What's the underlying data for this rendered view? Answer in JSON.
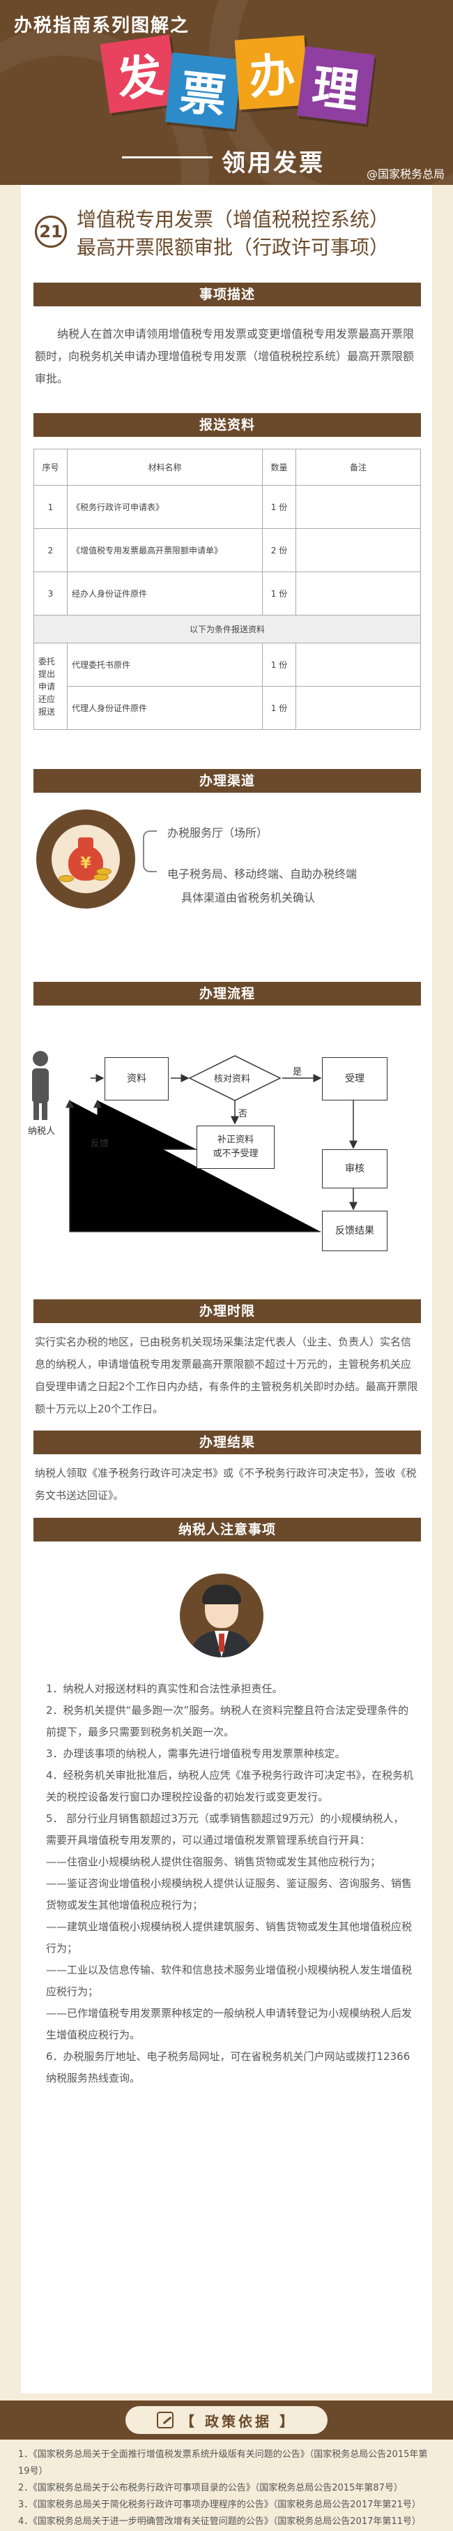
{
  "header": {
    "series": "办税指南系列图解之",
    "tiles": [
      "发",
      "票",
      "办",
      "理"
    ],
    "subtitle": "领用发票",
    "credit": "@国家税务总局"
  },
  "item": {
    "number": "21",
    "title_line1": "增值税专用发票（增值税税控系统）",
    "title_line2": "最高开票限额审批（行政许可事项）"
  },
  "sections": {
    "description": "事项描述",
    "materials": "报送资料",
    "channels": "办理渠道",
    "process": "办理流程",
    "time_limit": "办理时限",
    "result": "办理结果",
    "notes": "纳税人注意事项",
    "policy": "政策依据"
  },
  "description_text": "纳税人在首次申请领用增值税专用发票或变更增值税专用发票最高开票限额时，向税务机关申请办理增值税专用发票（增值税税控系统）最高开票限额审批。",
  "table": {
    "headers": [
      "序号",
      "材料名称",
      "数量",
      "备注"
    ],
    "rows": [
      {
        "no": "1",
        "name": "《税务行政许可申请表》",
        "qty": "1 份",
        "note": ""
      },
      {
        "no": "2",
        "name": "《增值税专用发票最高开票限额申请单》",
        "qty": "2 份",
        "note": ""
      },
      {
        "no": "3",
        "name": "经办人身份证件原件",
        "qty": "1 份",
        "note": ""
      }
    ],
    "conditional_title": "以下为条件报送资料",
    "conditional_group": "委托提出申请还应报送",
    "conditional_rows": [
      {
        "name": "代理委托书原件",
        "qty": "1 份"
      },
      {
        "name": "代理人身份证件原件",
        "qty": "1 份"
      }
    ]
  },
  "channels": {
    "items": [
      "办税服务厅（场所）",
      "电子税务局、移动终端、自助办税终端",
      "具体渠道由省税务机关确认"
    ],
    "bag_symbol": "¥"
  },
  "flow": {
    "taxpayer": "纳税人",
    "materials": "资料",
    "check": "核对资料",
    "yes": "是",
    "no": "否",
    "accept": "受理",
    "supplement": "补正资料\n或不予受理",
    "review": "审核",
    "feedback_label": "反馈",
    "result": "反馈结果"
  },
  "time_limit_text": "实行实名办税的地区，已由税务机关现场采集法定代表人（业主、负责人）实名信息的纳税人，申请增值税专用发票最高开票限额不超过十万元的，主管税务机关应自受理申请之日起2个工作日内办结，有条件的主管税务机关即时办结。最高开票限额十万元以上20个工作日。",
  "result_text": "纳税人领取《准予税务行政许可决定书》或《不予税务行政许可决定书》，签收《税务文书送达回证》。",
  "notes": [
    "1．纳税人对报送材料的真实性和合法性承担责任。",
    "2．税务机关提供“最多跑一次”服务。纳税人在资料完整且符合法定受理条件的前提下，最多只需要到税务机关跑一次。",
    "3．办理该事项的纳税人，需事先进行增值税专用发票票种核定。",
    "4．经税务机关审批批准后，纳税人应凭《准予税务行政许可决定书》，在税务机关的税控设备发行窗口办理税控设备的初始发行或变更发行。",
    "5． 部分行业月销售额超过3万元（或季销售额超过9万元）的小规模纳税人，需要开具增值税专用发票的，可以通过增值税发票管理系统自行开具：",
    "——住宿业小规模纳税人提供住宿服务、销售货物或发生其他应税行为；",
    "——鉴证咨询业增值税小规模纳税人提供认证服务、鉴证服务、咨询服务、销售货物或发生其他增值税应税行为；",
    "——建筑业增值税小规模纳税人提供建筑服务、销售货物或发生其他增值税应税行为；",
    "——工业以及信息传输、软件和信息技术服务业增值税小规模纳税人发生增值税应税行为；",
    "——已作增值税专用发票票种核定的一般纳税人申请转登记为小规模纳税人后发生增值税应税行为。",
    "6．办税服务厅地址、电子税务局网址，可在省税务机关门户网站或拨打12366纳税服务热线查询。"
  ],
  "policy": [
    "1．《国家税务总局关于全面推行增值税发票系统升级版有关问题的公告》（国家税务总局公告2015年第19号）",
    "2．《国家税务总局关于公布税务行政许可事项目录的公告》（国家税务总局公告2015年第87号）",
    "3．《国家税务总局关于简化税务行政许可事项办理程序的公告》（国家税务总局公告2017年第21号）",
    "4．《国家税务总局关于进一步明确营改增有关征管问题的公告》（国家税务总局公告2017年第11号）"
  ],
  "colors": {
    "brand": "#6b4a2b",
    "background": "#f5ecd9"
  }
}
